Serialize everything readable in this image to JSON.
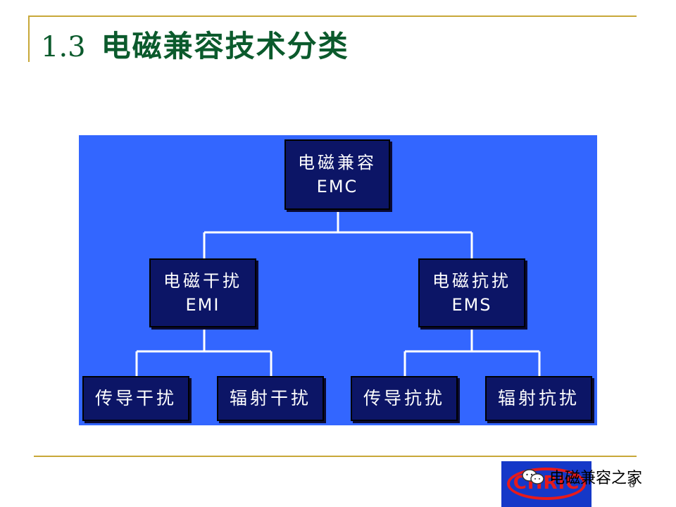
{
  "slide": {
    "number": "1.3",
    "title": "电磁兼容技术分类",
    "page_number": "8"
  },
  "diagram": {
    "root": {
      "label": "电磁兼容",
      "abbr": "EMC"
    },
    "branches": [
      {
        "label": "电磁干扰",
        "abbr": "EMI",
        "children": [
          "传导干扰",
          "辐射干扰"
        ]
      },
      {
        "label": "电磁抗扰",
        "abbr": "EMS",
        "children": [
          "传导抗扰",
          "辐射抗扰"
        ]
      }
    ]
  },
  "colors": {
    "panel": "#3366ff",
    "node_fill": "#0c1566",
    "title": "#0b5a2c",
    "rule": "#c8a838"
  },
  "logo": {
    "text": "CHRIC"
  },
  "watermark": {
    "icon": "wechat-icon",
    "text": "电磁兼容之家"
  }
}
